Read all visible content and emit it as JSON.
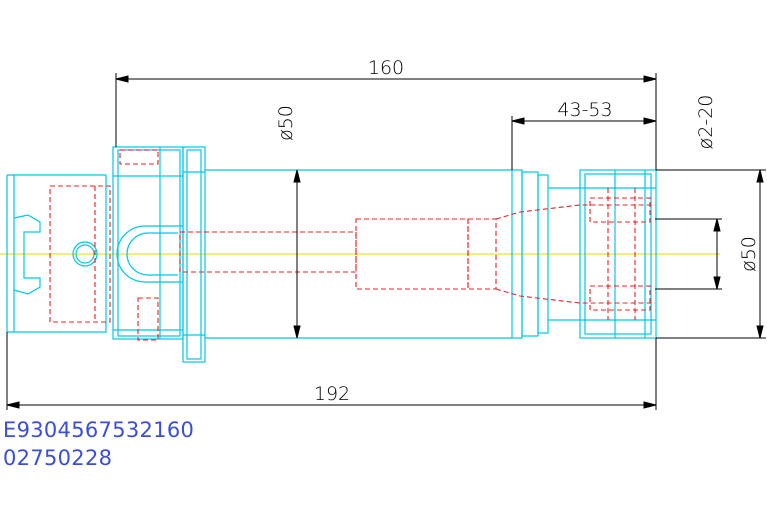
{
  "dimensions": {
    "length_overall": "160",
    "clamping_range": "43-53",
    "diameter_body": "ø50",
    "collet_range": "ø2-20",
    "diameter_nut": "ø50",
    "total_length": "192"
  },
  "part_codes": {
    "order_number": "E9304567532160",
    "secondary_code": "02750228"
  },
  "colors": {
    "outline": "#00c8e6",
    "hidden": "#e82020",
    "centerline": "#e6d800",
    "dimension": "#000000",
    "code_text": "#3a4fd6"
  }
}
